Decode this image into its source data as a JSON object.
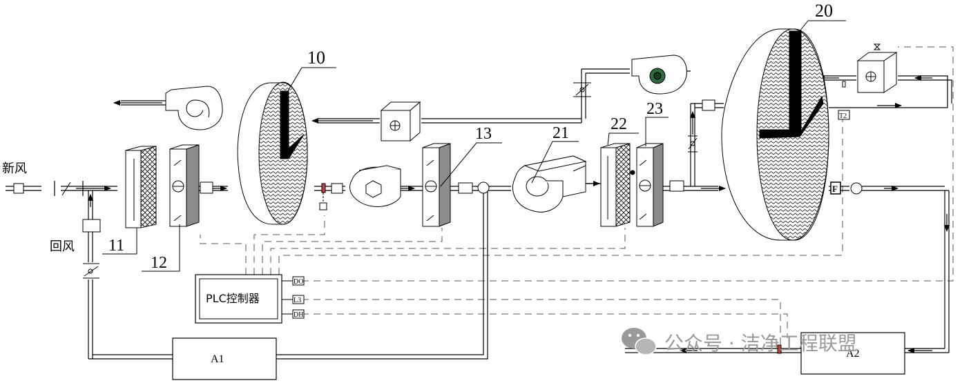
{
  "labels": {
    "fresh_air": "新风",
    "return_air": "回风",
    "n10": "10",
    "n11": "11",
    "n12": "12",
    "n13": "13",
    "n20": "20",
    "n21": "21",
    "n22": "22",
    "n23": "23",
    "plc": "PLC控制器",
    "a1": "A1",
    "a2": "A2",
    "f_sensor": "F",
    "t2": "T2",
    "plc_tags": [
      "DO",
      "L3",
      "DH"
    ]
  },
  "watermark": {
    "text": "公众号 · 洁净工程联盟",
    "icon": "wechat-icon"
  },
  "colors": {
    "line": "#000000",
    "fan_motor": "#2e6b3e",
    "watermark": "#9a9a9a",
    "panel_gray": "#8c8c8c"
  }
}
